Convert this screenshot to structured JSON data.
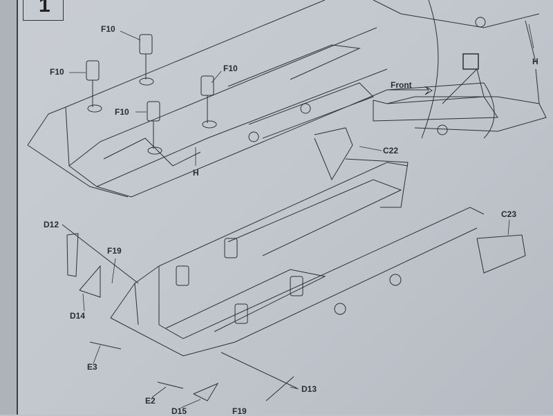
{
  "step": {
    "number": "1"
  },
  "labels": {
    "f10_a": "F10",
    "f10_b": "F10",
    "f10_c": "F10",
    "f10_d": "F10",
    "h_a": "H",
    "h_b": "H",
    "front": "Front",
    "c22": "C22",
    "c23": "C23",
    "d12": "D12",
    "f19_a": "F19",
    "d14": "D14",
    "e3": "E3",
    "e2": "E2",
    "d15": "D15",
    "f19_b": "F19",
    "d13": "D13"
  }
}
